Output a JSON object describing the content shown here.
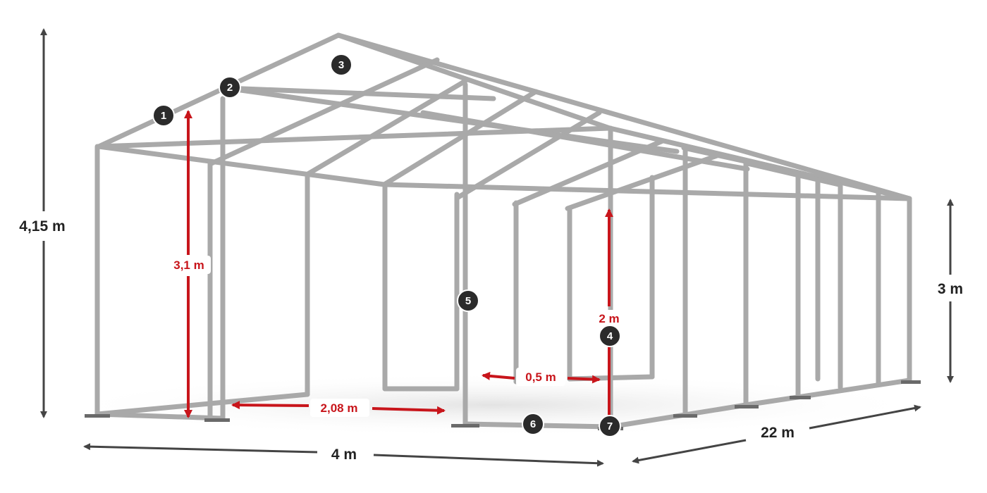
{
  "dimensions": {
    "total_height": "4,15 m",
    "side_height": "3 m",
    "width": "4 m",
    "length": "22 m"
  },
  "inner_dimensions": {
    "wall_height": "3,1 m",
    "door_height": "2 m",
    "door_width": "2,08 m",
    "spacing": "0,5 m"
  },
  "badges": [
    "1",
    "2",
    "3",
    "4",
    "5",
    "6",
    "7"
  ],
  "colors": {
    "frame": "#a9a9a9",
    "arrow_gray": "#444444",
    "arrow_red": "#c8151b",
    "badge_bg": "#2b2b2b"
  }
}
